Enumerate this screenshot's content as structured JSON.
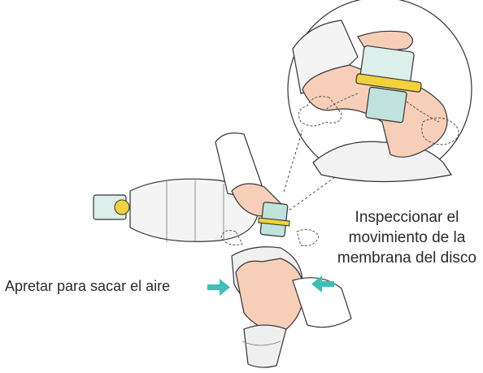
{
  "labels": {
    "squeeze": "Apretar para sacar el aire",
    "inspect_lines": [
      "Inspeccionar el",
      "movimiento de la",
      "membrana del disco"
    ]
  },
  "colors": {
    "accent_arrow": "#3dbfb8",
    "skin": "#f7cfb9",
    "skin_shadow": "#e8a98e",
    "outline": "#333333",
    "valve_yellow": "#f1d23c",
    "valve_teal": "#bfe3dc",
    "bag": "#f3f3f3",
    "sleeve": "#ffffff"
  },
  "icons": [
    "arrow-right-icon",
    "arrow-left-icon"
  ]
}
